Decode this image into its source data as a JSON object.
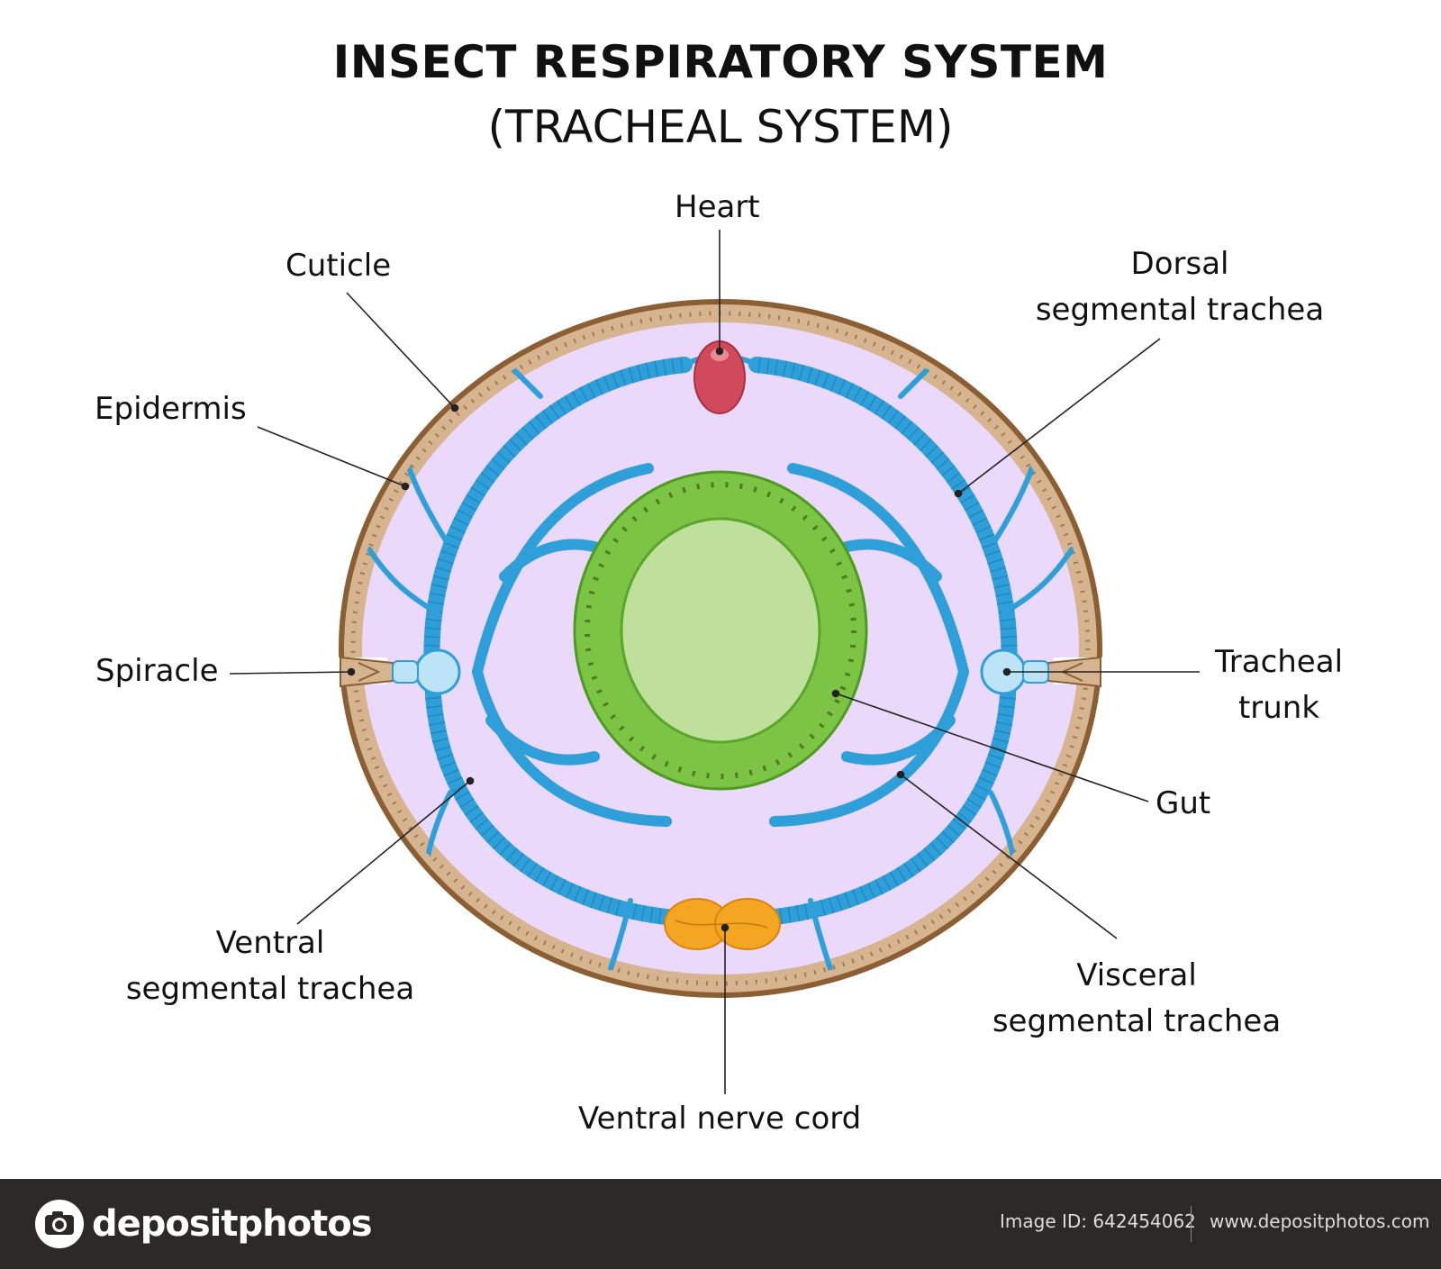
{
  "title": {
    "line1": "INSECT RESPIRATORY SYSTEM",
    "line2": "(TRACHEAL SYSTEM)"
  },
  "labels": {
    "heart": "Heart",
    "cuticle": "Cuticle",
    "dorsal_line1": "Dorsal",
    "dorsal_line2": "segmental trachea",
    "epidermis": "Epidermis",
    "spiracle": "Spiracle",
    "tracheal_line1": "Tracheal",
    "tracheal_line2": "trunk",
    "gut": "Gut",
    "ventral_line1": "Ventral",
    "ventral_line2": "segmental trachea",
    "visceral_line1": "Visceral",
    "visceral_line2": "segmental trachea",
    "nerve_cord": "Ventral nerve cord"
  },
  "footer": {
    "brand": "depositphotos",
    "image_id": "Image ID: 642454062",
    "website": "www.depositphotos.com"
  },
  "colors": {
    "cuticle": "#8b5e34",
    "epidermis": "#d6b48f",
    "body_cavity": "#ead9fb",
    "trachea": "#2f9fd9",
    "heart": "#d04a5c",
    "gut_wall": "#7cc443",
    "gut_lumen": "#bfe09a",
    "nerve_cord": "#f4a623",
    "footer_bg": "#2b2a29"
  }
}
